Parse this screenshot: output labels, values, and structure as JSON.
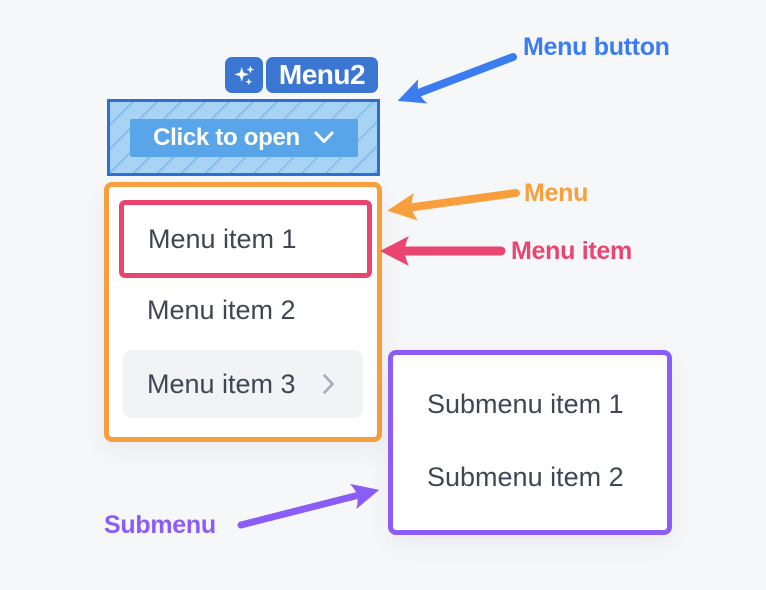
{
  "colors": {
    "background": "#f6f7f9",
    "badge_blue": "#3a76d2",
    "annot_blue": "#3b7cf0",
    "overlay_border": "#2d70d2",
    "overlay_bg": "#a9d3f4",
    "overlay_stripe": "#82beee",
    "trigger_bg": "#58a5e9",
    "orange": "#f89f3d",
    "pink": "#ea4570",
    "purple": "#8b5cf6",
    "item_text": "#3f4754",
    "row_bg": "#f2f3f5",
    "chevron_gray": "#a6acb8",
    "white": "#ffffff"
  },
  "toolbar": {
    "sparkles_icon": "sparkles",
    "component_badge": "Menu2"
  },
  "trigger": {
    "label": "Click to open",
    "chevron_icon": "chevron-down"
  },
  "menu": {
    "items": [
      {
        "label": "Menu item 1",
        "highlighted": true
      },
      {
        "label": "Menu item 2"
      },
      {
        "label": "Menu item 3",
        "has_submenu": true,
        "chevron_icon": "chevron-right"
      }
    ]
  },
  "submenu": {
    "items": [
      {
        "label": "Submenu item 1"
      },
      {
        "label": "Submenu item 2"
      }
    ]
  },
  "annotations": {
    "menu_button": "Menu button",
    "menu": "Menu",
    "menu_item": "Menu item",
    "submenu": "Submenu"
  }
}
